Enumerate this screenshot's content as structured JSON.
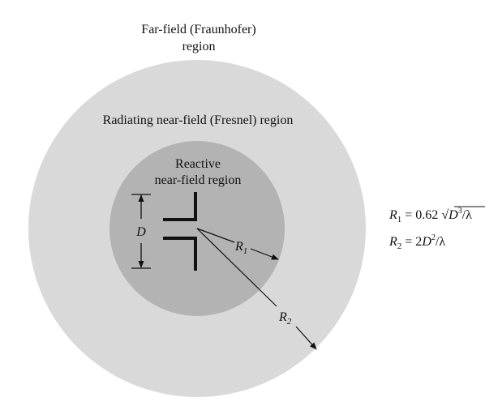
{
  "regions": {
    "far_field": {
      "line1": "Far-field (Fraunhofer)",
      "line2": "region",
      "fill": "#d9d9d9"
    },
    "radiating": {
      "label": "Radiating near-field (Fresnel) region",
      "fill": "#d9d9d9"
    },
    "reactive": {
      "line1": "Reactive",
      "line2": "near-field region",
      "fill": "#b3b3b3"
    }
  },
  "dimension": {
    "label": "D"
  },
  "radii": {
    "r1": {
      "sym": "R",
      "sub": "1"
    },
    "r2": {
      "sym": "R",
      "sub": "2"
    }
  },
  "formulas": {
    "r1": {
      "sym": "R",
      "sub": "1",
      "eq": " = 0.62 ",
      "root": "√",
      "var": "D",
      "exp": "3",
      "tail": "/λ"
    },
    "r2": {
      "sym": "R",
      "sub": "2",
      "eq": " = 2",
      "var": "D",
      "exp": "2",
      "tail": "/λ"
    }
  },
  "colors": {
    "ink": "#111111",
    "outer_region": "#d9d9d9",
    "inner_region": "#b3b3b3"
  }
}
